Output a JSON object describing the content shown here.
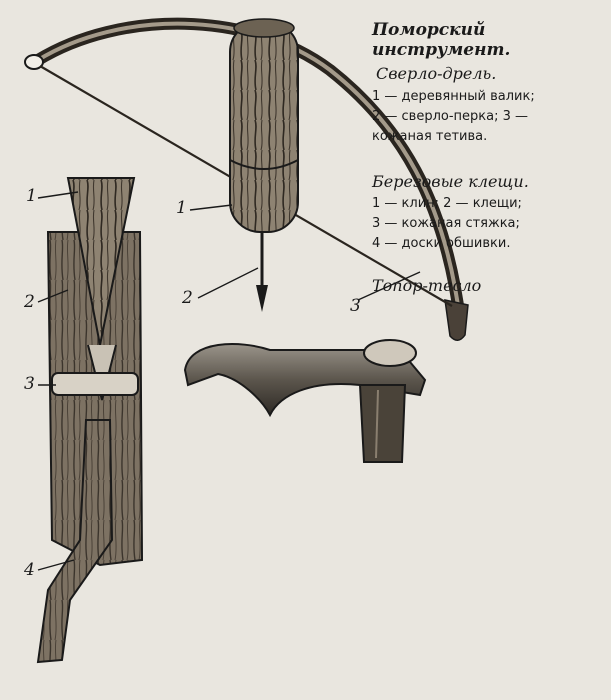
{
  "caption": {
    "title": "Поморский инструмент.",
    "drill": {
      "heading": "Сверло-дрель.",
      "lines": [
        "1 — деревянный валик;",
        "2 — сверло-перка; 3 —",
        "кожаная тетива."
      ]
    },
    "tongs": {
      "heading": "Березовые клещи.",
      "lines": [
        "1 — клин; 2 — клещи;",
        "3 — кожаная стяжка;",
        "4 — доски обшивки."
      ]
    },
    "axe": {
      "heading": "Топор-тесло"
    }
  },
  "labels": {
    "tongs_1": "1",
    "tongs_2": "2",
    "tongs_3": "3",
    "tongs_4": "4",
    "drill_1": "1",
    "drill_2": "2",
    "drill_3": "3"
  },
  "colors": {
    "paper": "#e9e6df",
    "ink": "#1a1a1a",
    "wood_light": "#8a7e6c",
    "wood_dark": "#3a332b"
  }
}
